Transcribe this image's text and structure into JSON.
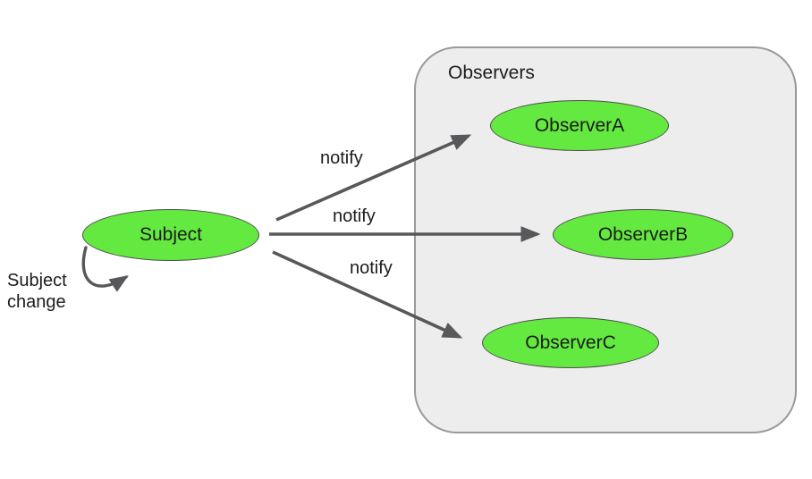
{
  "diagram": {
    "group": {
      "label": "Observers"
    },
    "nodes": {
      "subject": {
        "label": "Subject"
      },
      "observer_a": {
        "label": "ObserverA"
      },
      "observer_b": {
        "label": "ObserverB"
      },
      "observer_c": {
        "label": "ObserverC"
      }
    },
    "edges": [
      {
        "from": "subject",
        "to": "observer_a",
        "label": "notify"
      },
      {
        "from": "subject",
        "to": "observer_b",
        "label": "notify"
      },
      {
        "from": "subject",
        "to": "observer_c",
        "label": "notify"
      }
    ],
    "self_loop": {
      "label": "Subject change"
    },
    "colors": {
      "node_fill": "#64e941",
      "node_border": "#4d4d4d",
      "group_fill": "#ededee",
      "group_border": "#9a9a9a",
      "arrow": "#58585a",
      "text": "#1c1c1c"
    }
  }
}
